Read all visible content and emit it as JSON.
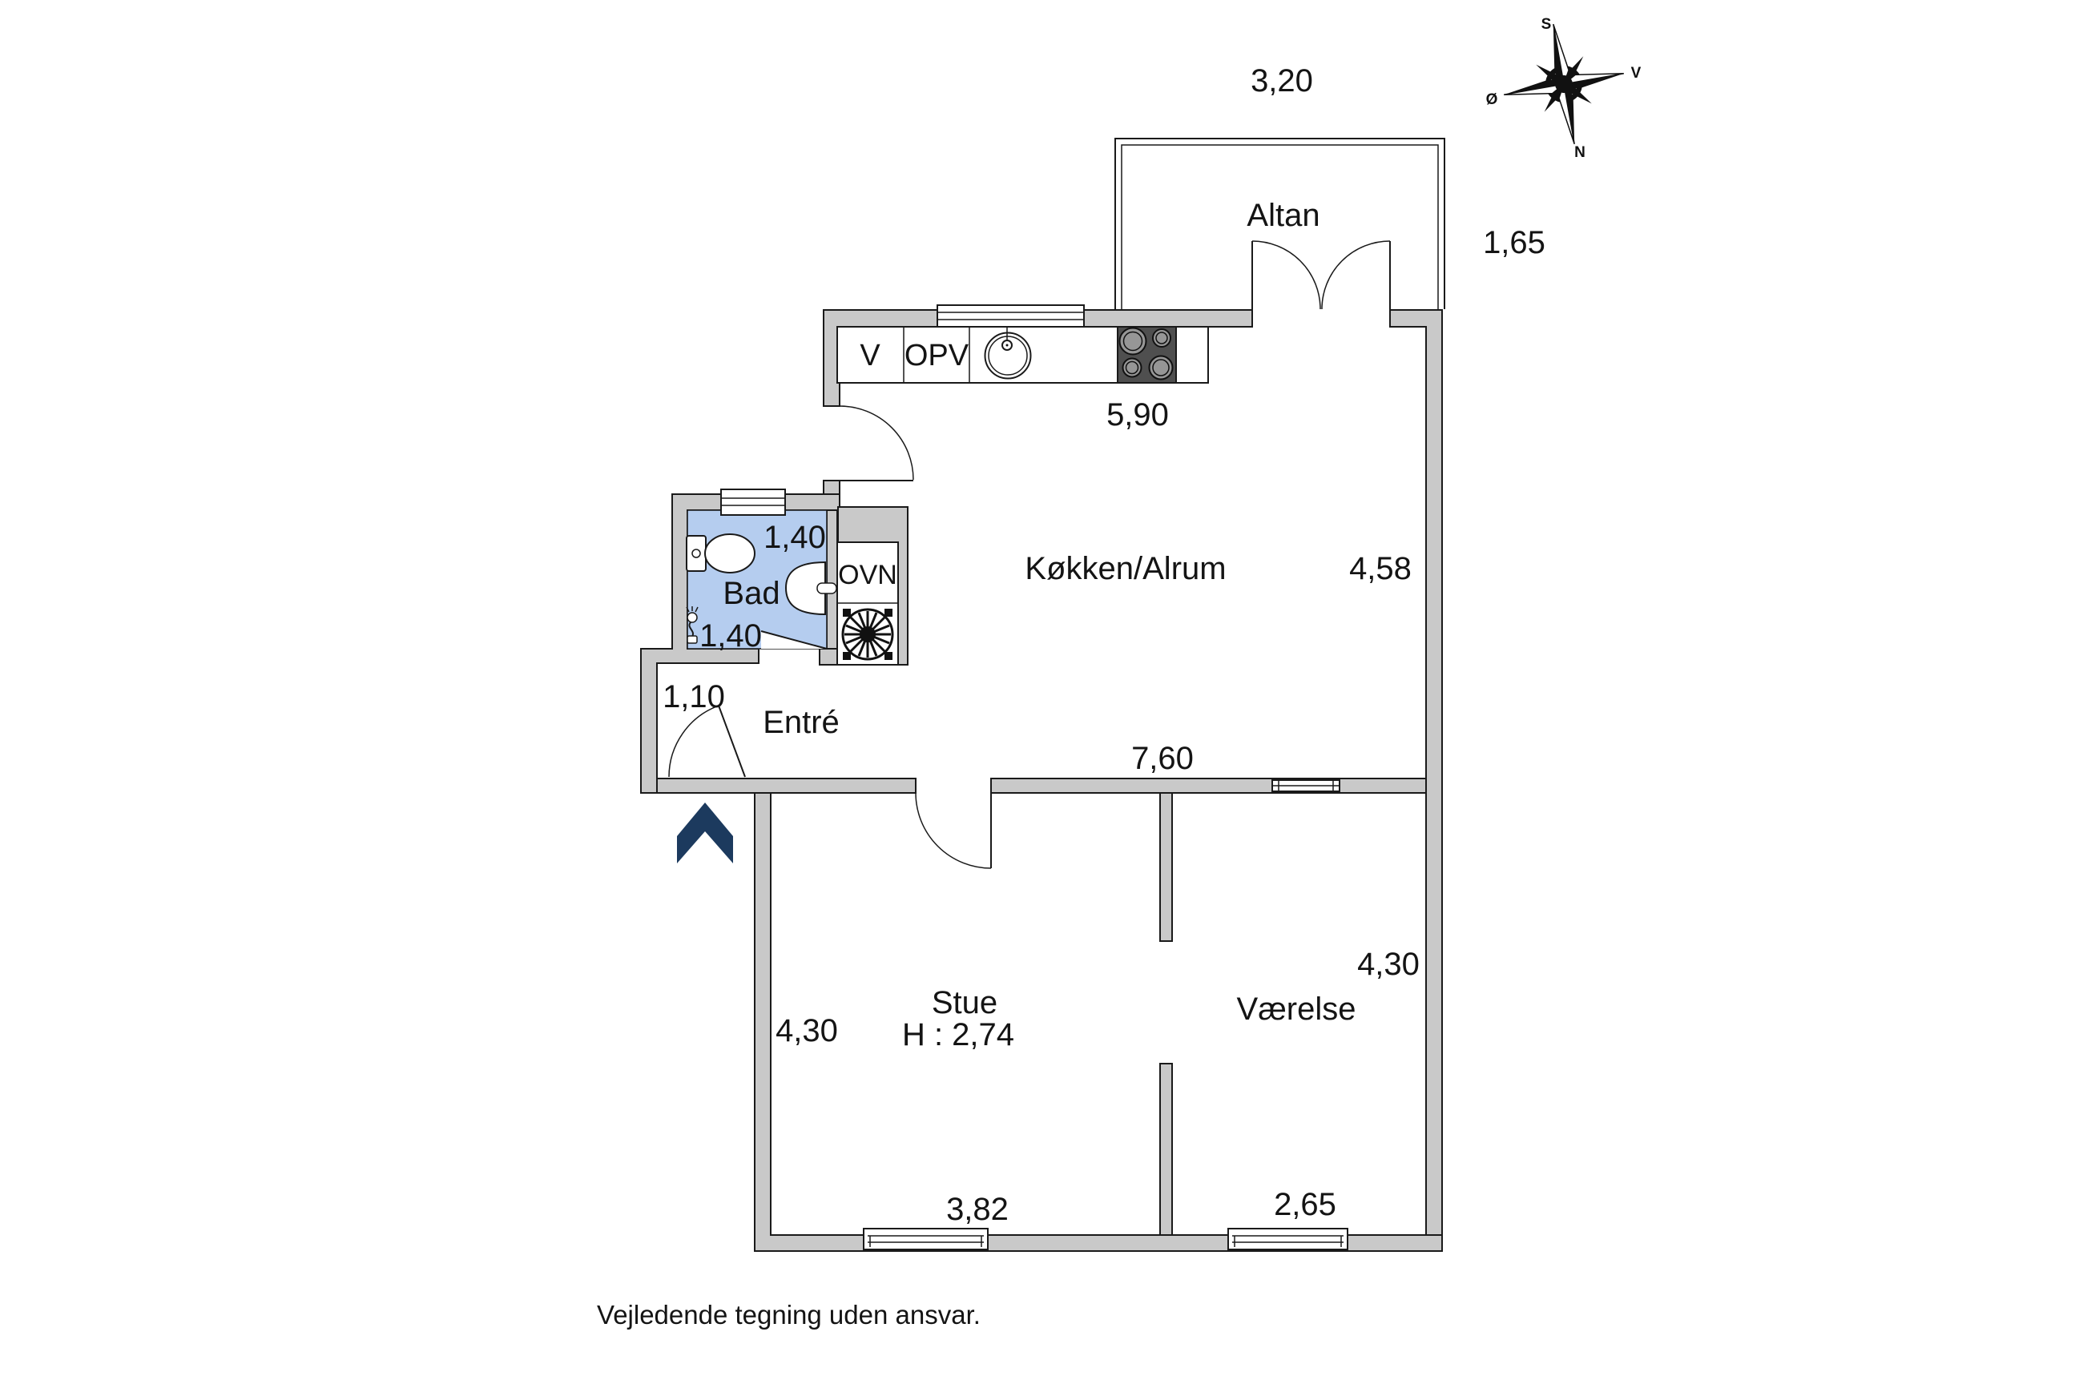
{
  "note": "Vejledende tegning uden ansvar.",
  "compass": {
    "south": "S",
    "west": "V",
    "east": "Ø",
    "north": "N"
  },
  "rooms": {
    "balcony": "Altan",
    "kitchen": "Køkken/Alrum",
    "bathroom": "Bad",
    "entrance": "Entré",
    "living_room": "Stue",
    "living_room_ceiling_height": "H : 2,74",
    "bedroom": "Værelse"
  },
  "fixtures": {
    "oven": "OVN",
    "cabinet_v": "V",
    "cabinet_opv": "OPV"
  },
  "dimensions": {
    "balcony_width": "3,20",
    "balcony_depth": "1,65",
    "kitchen_counter": "5,90",
    "kitchen_depth": "4,58",
    "kitchen_length": "7,60",
    "bath_width": "1,40",
    "bath_depth": "1,40",
    "entrance_door": "1,10",
    "living_depth": "4,30",
    "living_width": "3,82",
    "bedroom_depth": "4,30",
    "bedroom_width": "2,65"
  },
  "colors": {
    "wall": "#c9c9c9",
    "bath_floor": "#b5cdef",
    "entrance_arrow": "#1c3a5e",
    "outline": "#1a1a1a"
  }
}
